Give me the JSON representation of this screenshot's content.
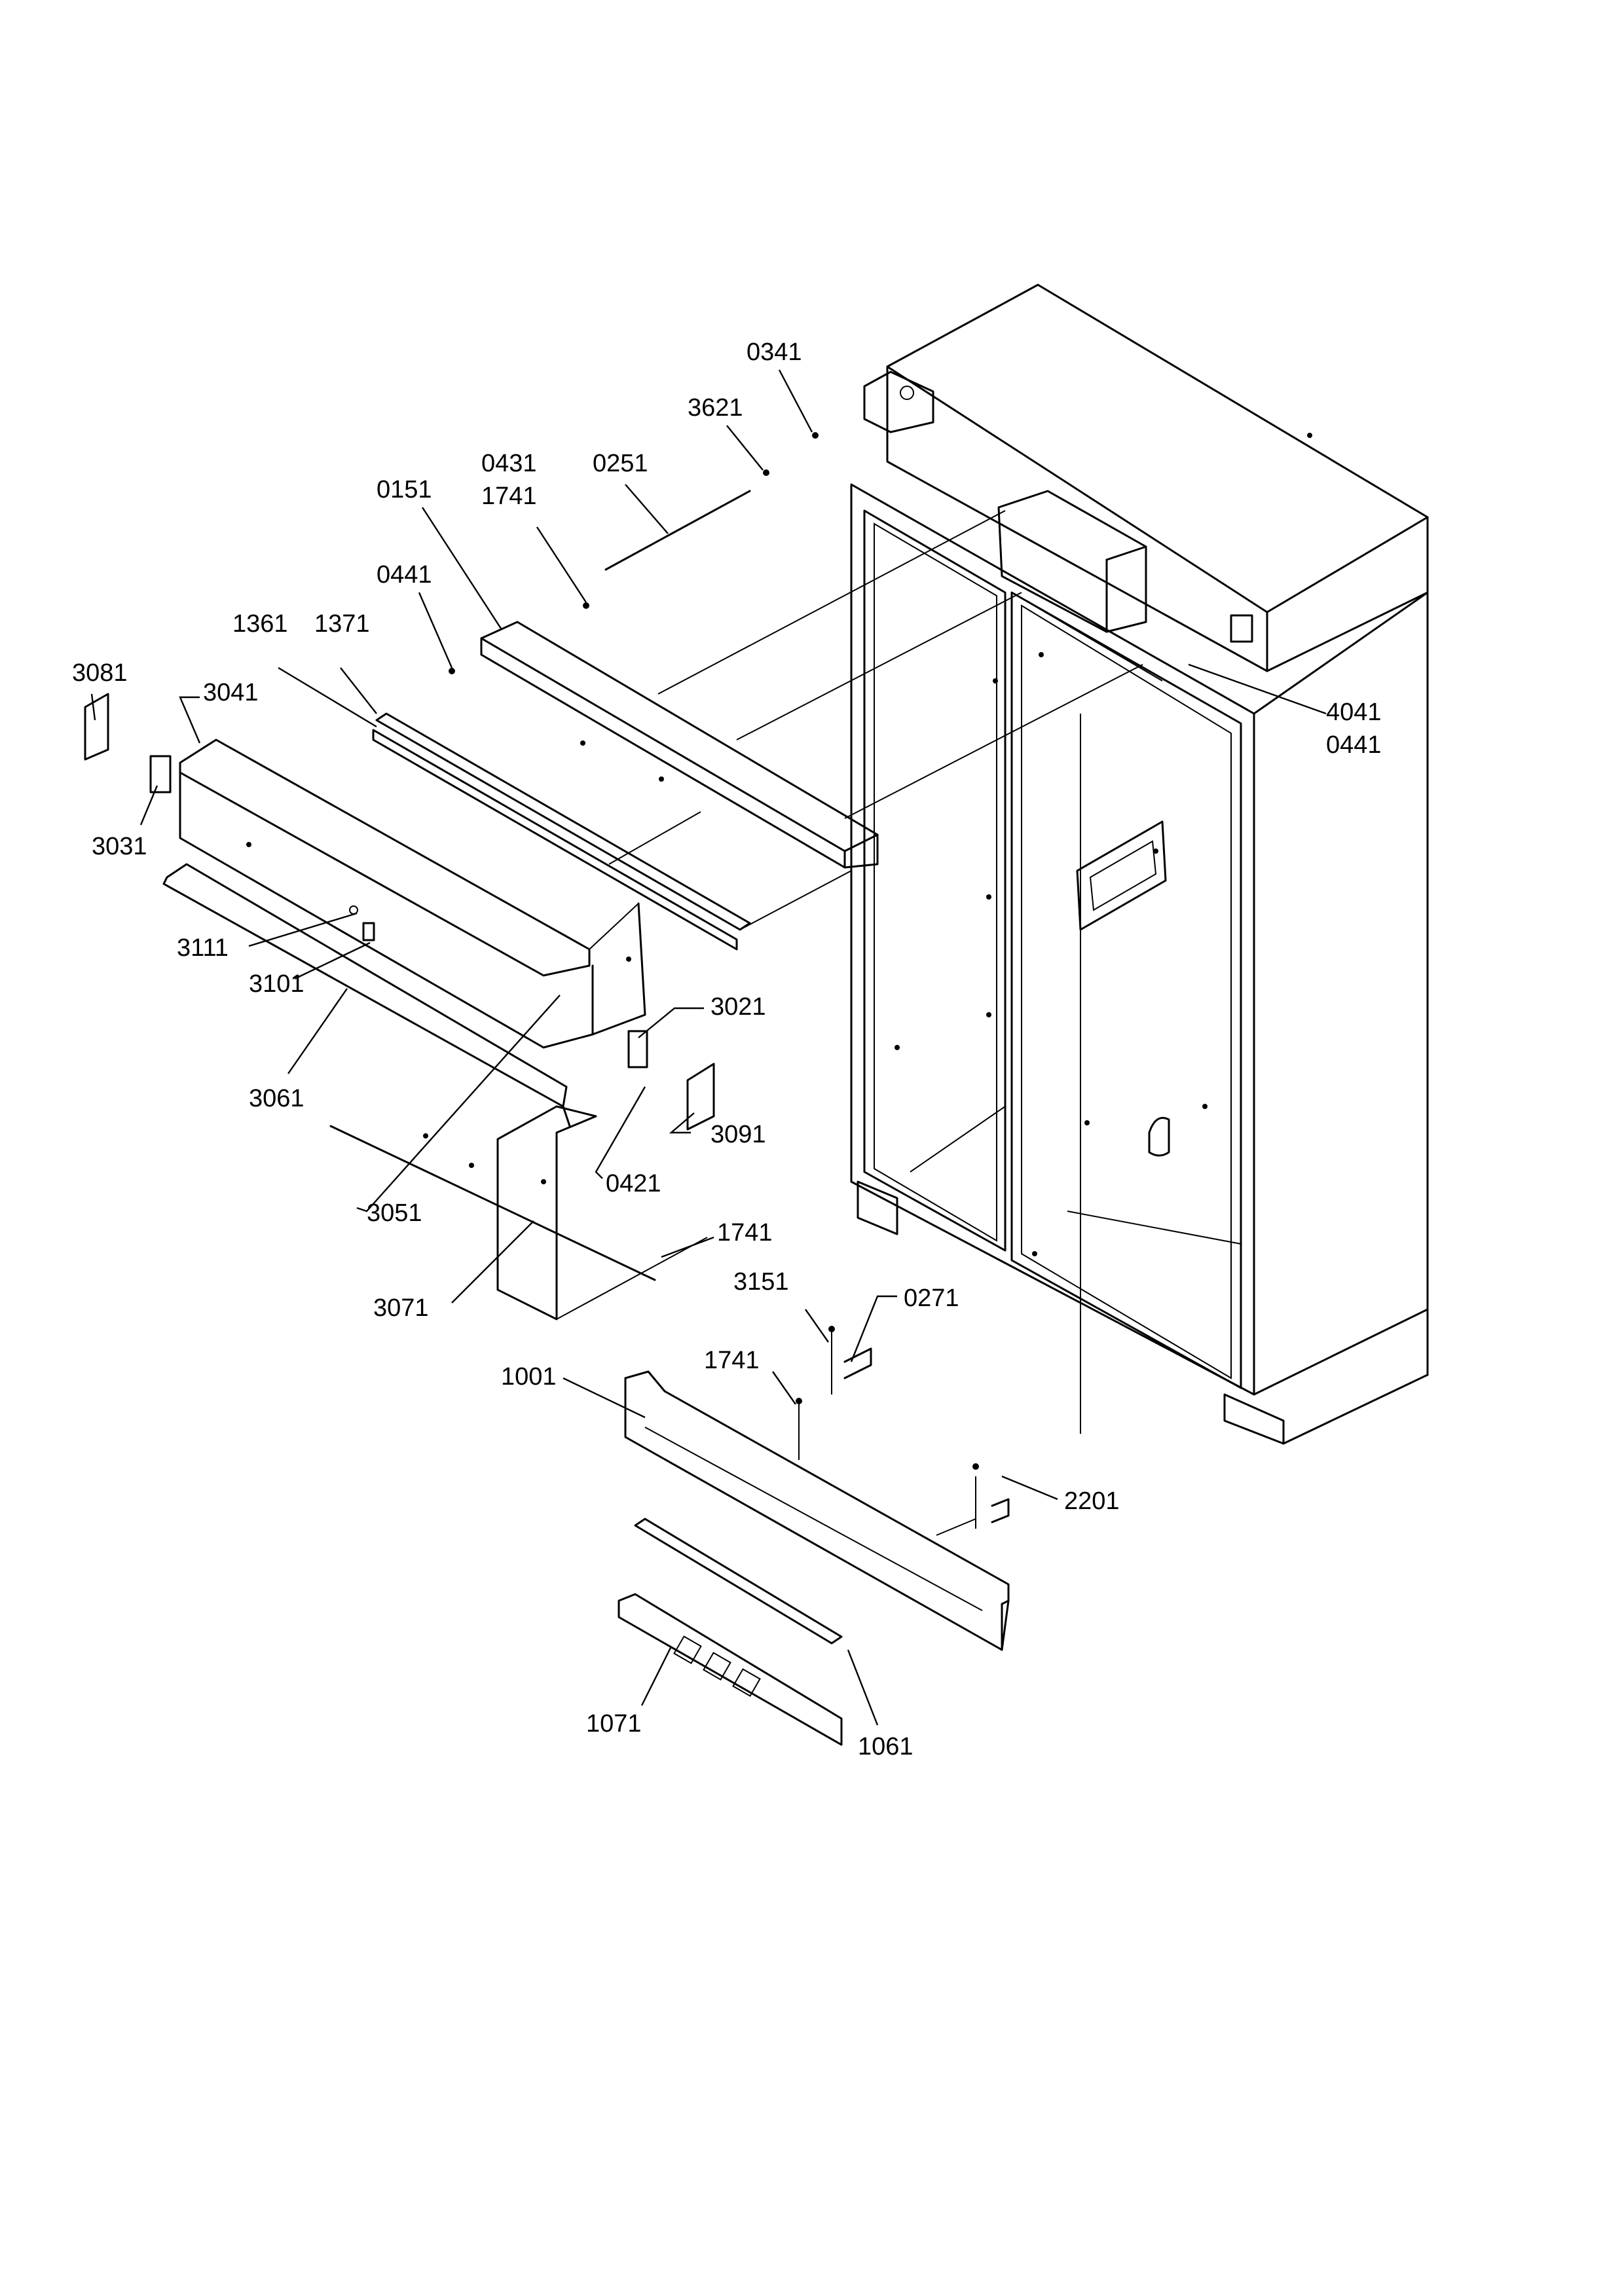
{
  "diagram": {
    "labels": {
      "l0341": "0341",
      "l3621": "3621",
      "l0251": "0251",
      "l0431": "0431",
      "l1741a": "1741",
      "l0151": "0151",
      "l0441a": "0441",
      "l1361": "1361",
      "l1371": "1371",
      "l3081": "3081",
      "l3041": "3041",
      "l3031": "3031",
      "l4041": "4041",
      "l0441b": "0441",
      "l3111": "3111",
      "l3101": "3101",
      "l3021": "3021",
      "l3061": "3061",
      "l3091": "3091",
      "l0421": "0421",
      "l3051": "3051",
      "l1741b": "1741",
      "l3071": "3071",
      "l3151": "3151",
      "l0271": "0271",
      "l1741c": "1741",
      "l1001": "1001",
      "l2201": "2201",
      "l1071": "1071",
      "l1061": "1061"
    }
  }
}
